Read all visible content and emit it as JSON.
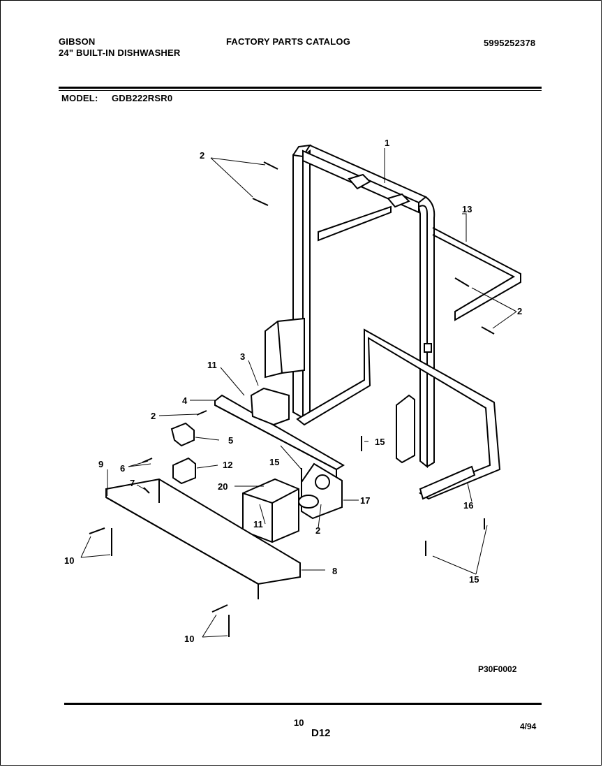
{
  "header": {
    "brand": "GIBSON",
    "product": "24\" BUILT-IN DISHWASHER",
    "catalog_title": "FACTORY PARTS CATALOG",
    "catalog_number": "5995252378",
    "model_label": "MODEL:",
    "model_value": "GDB222RSR0"
  },
  "diagram": {
    "figure_code": "P30F0002",
    "callouts": {
      "c1": "1",
      "c2a": "2",
      "c2b": "2",
      "c2c": "2",
      "c2d": "2",
      "c3": "3",
      "c4": "4",
      "c5": "5",
      "c6": "6",
      "c7": "7",
      "c8": "8",
      "c9": "9",
      "c10a": "10",
      "c10b": "10",
      "c11a": "11",
      "c11b": "11",
      "c12": "12",
      "c13": "13",
      "c15a": "15",
      "c15b": "15",
      "c15c": "15",
      "c16": "16",
      "c17": "17",
      "c20": "20"
    }
  },
  "footer": {
    "page_number": "10",
    "section_code": "D12",
    "date": "4/94"
  }
}
